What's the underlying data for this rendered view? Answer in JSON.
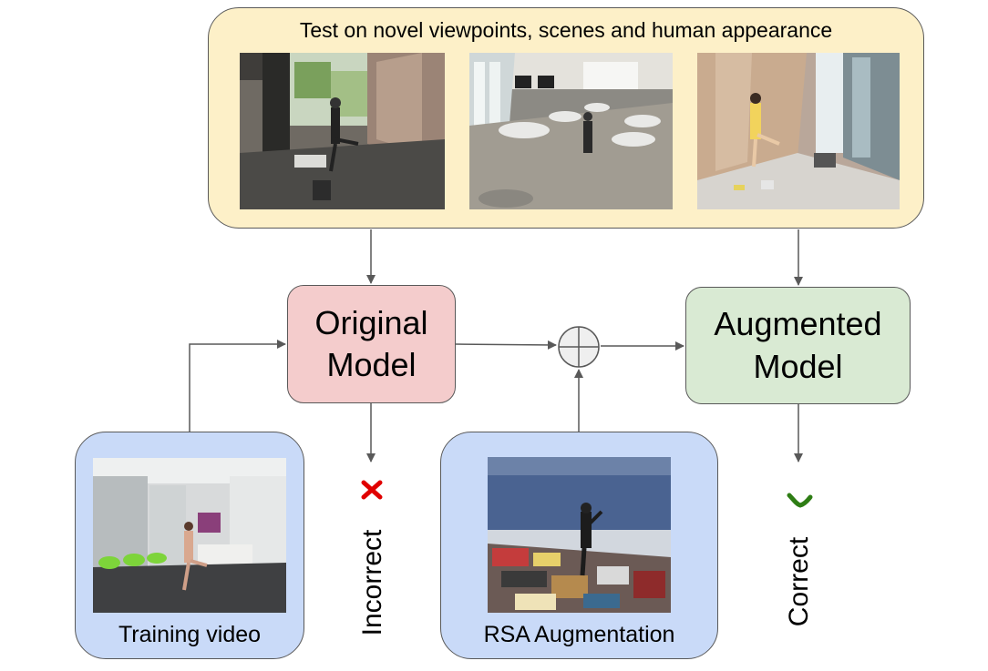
{
  "test_panel": {
    "title": "Test on novel viewpoints, scenes and human appearance"
  },
  "original_model": {
    "line1": "Original",
    "line2": "Model"
  },
  "augmented_model": {
    "line1": "Augmented",
    "line2": "Model"
  },
  "training_panel": {
    "label": "Training video"
  },
  "rsa_panel": {
    "label": "RSA Augmentation"
  },
  "results": {
    "incorrect": "Incorrect",
    "correct": "Correct"
  },
  "icons": {
    "cross": "cross-mark-icon",
    "check": "check-mark-icon",
    "combine": "circled-plus-icon"
  },
  "colors": {
    "test_panel_bg": "#fdf0c8",
    "original_model_bg": "#f4cccc",
    "augmented_model_bg": "#d9ead3",
    "input_panel_bg": "#c9daf8",
    "cross": "#e00000",
    "check": "#2e7d14"
  }
}
